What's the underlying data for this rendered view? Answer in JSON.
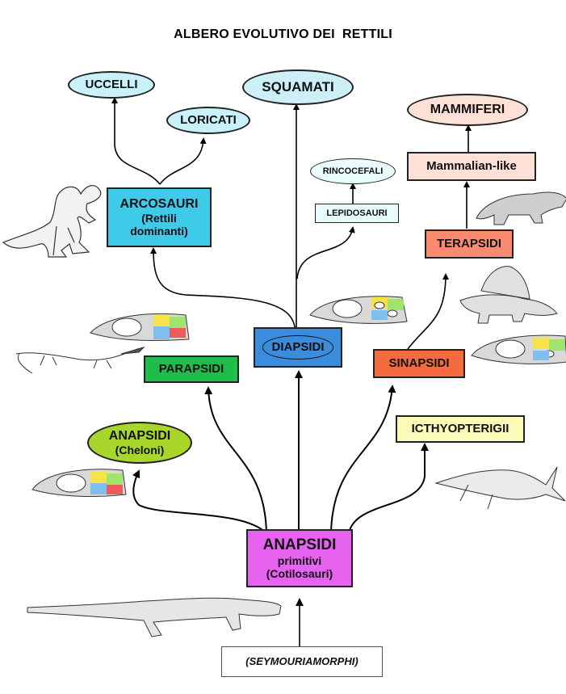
{
  "title": "ALBERO EVOLUTIVO DEI  RETTILI",
  "nodes": {
    "uccelli": "UCCELLI",
    "squamati": "SQUAMATI",
    "loricati": "LORICATI",
    "mammiferi": "MAMMIFERI",
    "rincocefali": "RINCOCEFALI",
    "mammalian_like": "Mammalian-like",
    "arcosauri": {
      "line1": "ARCOSAURI",
      "line2": "(Rettili",
      "line3": "dominanti)"
    },
    "lepidosauri": "LEPIDOSAURI",
    "terapsidi": "TERAPSIDI",
    "parapsidi": "PARAPSIDI",
    "diapsidi": "DIAPSIDI",
    "sinapsidi": "SINAPSIDI",
    "anapsidi_cheloni": {
      "line1": "ANAPSIDI",
      "line2": "(Cheloni)"
    },
    "icthyopterigii": "ICTHYOPTERIGII",
    "anapsidi_primitivi": {
      "line1": "ANAPSIDI",
      "line2": "primitivi",
      "line3": "(Cotilosauri)"
    },
    "seymouriamorphi": "(SEYMOURIAMORPHI)"
  },
  "illustrations": [
    "tyrannosaurus-drawing",
    "lizard-skeleton-drawing",
    "skull-diagram-parapsid",
    "skull-diagram-diapsid",
    "skull-diagram-synapsid",
    "skull-diagram-anapsid",
    "therapsid-drawing",
    "dimetrodon-drawing",
    "ichthyosaur-skeleton-drawing",
    "seymouria-skeleton-drawing"
  ],
  "colors": {
    "uccelli": "#c9f1f9",
    "squamati": "#cdeff8",
    "loricati": "#c9f1f9",
    "mammiferi": "#fde0d6",
    "rincocefali": "#e8fbfd",
    "mammalian_like": "#fde0d6",
    "arcosauri": "#3ecbea",
    "lepidosauri": "#e8fbfd",
    "terapsidi": "#fb8b6e",
    "parapsidi": "#1fbe4a",
    "diapsidi": "#3b8cdc",
    "sinapsidi": "#f56b3f",
    "anapsidi_cheloni": "#a8d62a",
    "icthyopterigii": "#fdfbb8",
    "anapsidi_primitivi": "#e663ef",
    "seymouriamorphi": "#ffffff"
  }
}
